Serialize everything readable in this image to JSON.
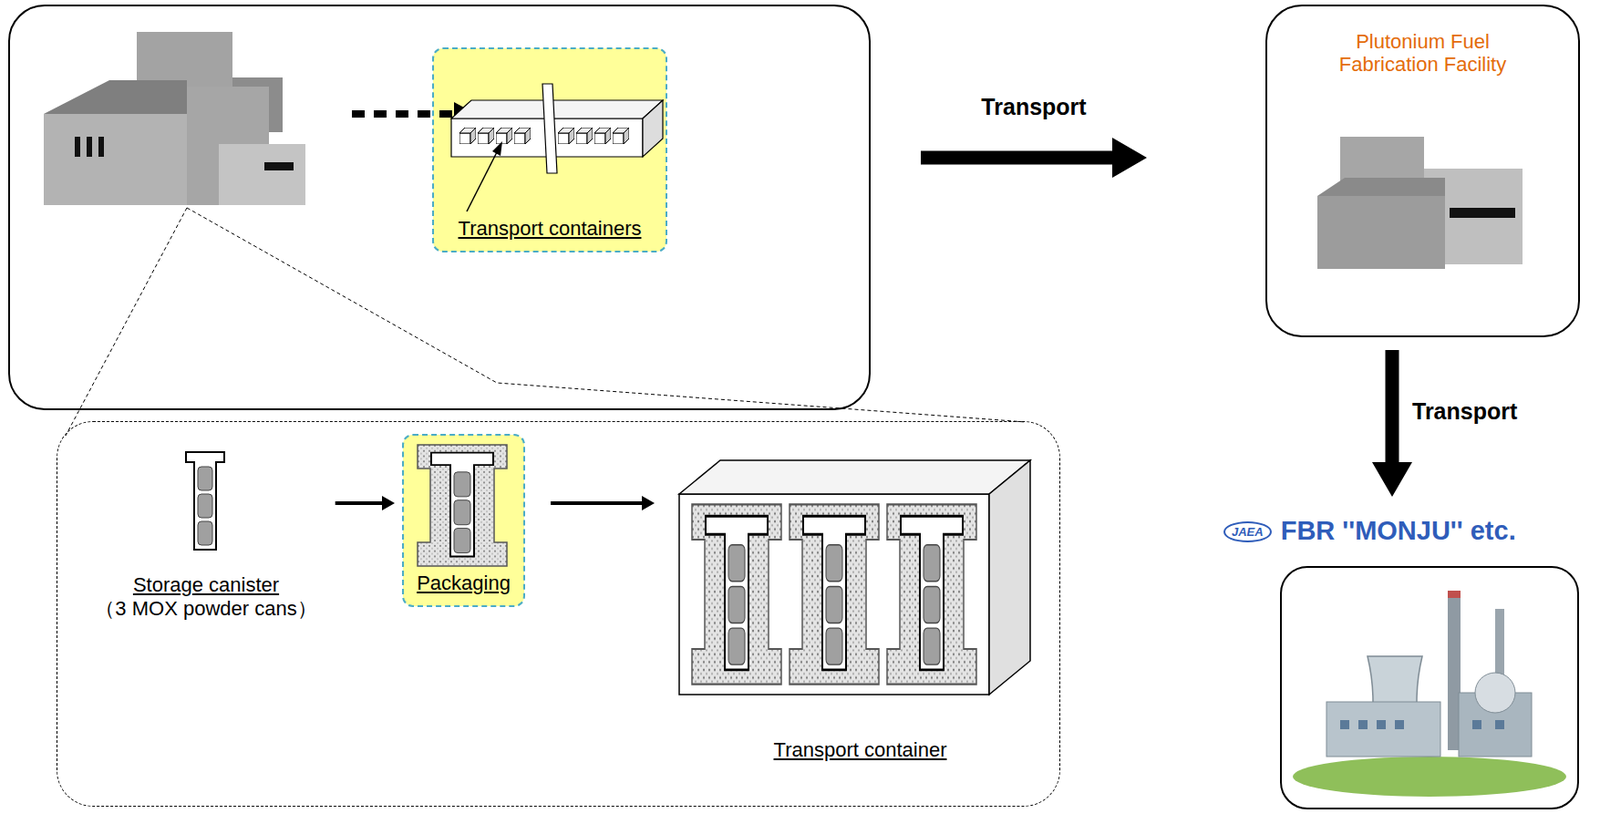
{
  "diagram": {
    "nodes": [
      {
        "text": []
      },
      {
        "text": [
          "Transport containers"
        ],
        "in": 0
      },
      {
        "text": [
          "Plutonium Fuel Fabrication Facility"
        ]
      },
      {
        "text": [
          "FBR ''MONJU'' etc."
        ]
      },
      {
        "text": []
      },
      {
        "text": [
          "Storage canister",
          "（3 MOX powder cans）"
        ],
        "in": 4
      },
      {
        "text": [
          "Packaging"
        ],
        "in": 4
      },
      {
        "text": [
          "Transport container"
        ],
        "in": 4
      }
    ],
    "edges": [
      {
        "from": 0,
        "to": 2,
        "label": "Transport",
        "arrow": "to"
      },
      {
        "from": 2,
        "to": 3,
        "label": "Transport",
        "arrow": "to"
      },
      {
        "from": 5,
        "to": 6,
        "arrow": "to"
      },
      {
        "from": 6,
        "to": 7,
        "arrow": "to"
      }
    ],
    "labels": [
      "JAEA"
    ]
  }
}
